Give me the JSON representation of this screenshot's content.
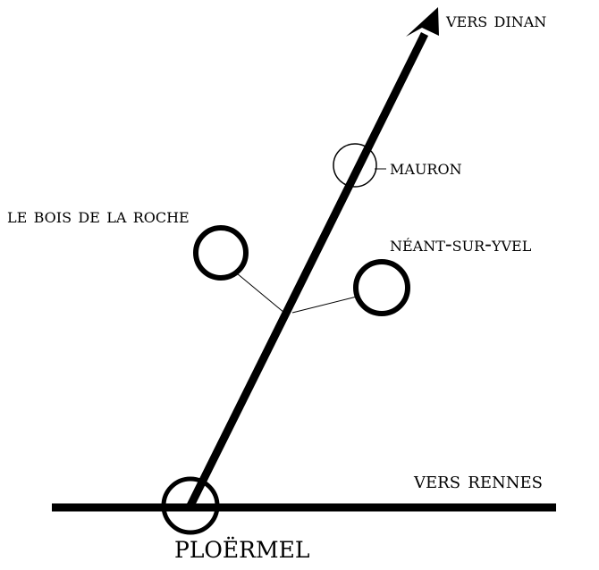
{
  "map": {
    "ink_color": "#000000",
    "background_color": "#ffffff",
    "roads": {
      "main_road_label": "vers dinan",
      "cross_road_label": "vers rennes"
    },
    "places": {
      "ploermel": "ploërmel",
      "mauron": "mauron",
      "le_bois_de_la_roche": "le bois de la roche",
      "neant_sur_yvel": "néant-sur-yvel"
    },
    "markers": {
      "ploermel": "circle-thick",
      "mauron": "circle-thin",
      "le_bois_de_la_roche": "circle-thick",
      "neant_sur_yvel": "circle-thick"
    }
  }
}
